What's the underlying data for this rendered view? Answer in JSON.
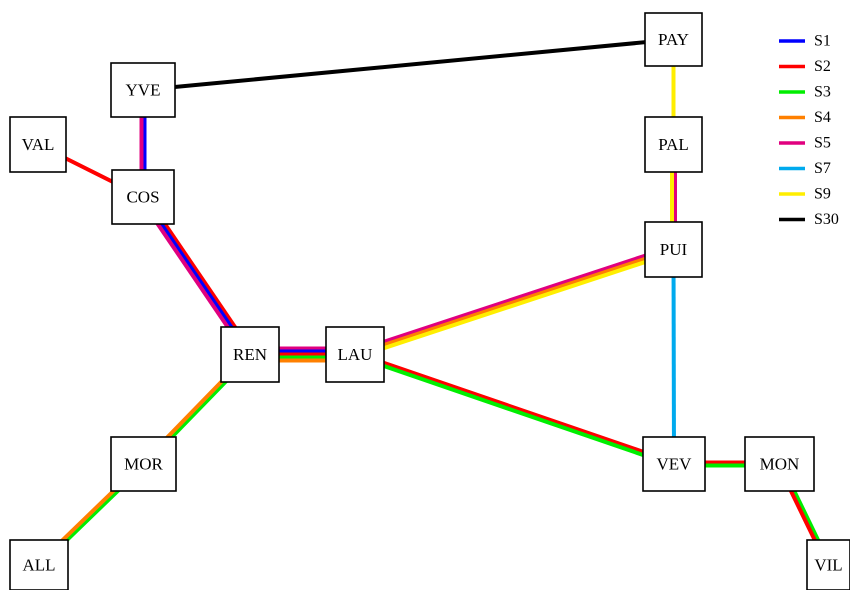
{
  "stations": {
    "PAY": {
      "label": "PAY"
    },
    "YVE": {
      "label": "YVE"
    },
    "VAL": {
      "label": "VAL"
    },
    "COS": {
      "label": "COS"
    },
    "PAL": {
      "label": "PAL"
    },
    "PUI": {
      "label": "PUI"
    },
    "REN": {
      "label": "REN"
    },
    "LAU": {
      "label": "LAU"
    },
    "MOR": {
      "label": "MOR"
    },
    "VEV": {
      "label": "VEV"
    },
    "MON": {
      "label": "MON"
    },
    "ALL": {
      "label": "ALL"
    },
    "VIL": {
      "label": "VIL"
    }
  },
  "lines": [
    {
      "id": "S1",
      "name": "S1",
      "color": "#0000ff"
    },
    {
      "id": "S2",
      "name": "S2",
      "color": "#ff0000"
    },
    {
      "id": "S3",
      "name": "S3",
      "color": "#00ee00"
    },
    {
      "id": "S4",
      "name": "S4",
      "color": "#ff8000"
    },
    {
      "id": "S5",
      "name": "S5",
      "color": "#e0007f"
    },
    {
      "id": "S7",
      "name": "S7",
      "color": "#00aaee"
    },
    {
      "id": "S9",
      "name": "S9",
      "color": "#ffee00"
    },
    {
      "id": "S30",
      "name": "S30",
      "color": "#000000"
    }
  ],
  "edges": [
    {
      "from": "YVE",
      "to": "PAY",
      "lines": [
        "S30"
      ]
    },
    {
      "from": "PAY",
      "to": "PAL",
      "lines": [
        "S9"
      ]
    },
    {
      "from": "YVE",
      "to": "COS",
      "lines": [
        "S1",
        "S5"
      ]
    },
    {
      "from": "VAL",
      "to": "COS",
      "lines": [
        "S2"
      ]
    },
    {
      "from": "PAL",
      "to": "PUI",
      "lines": [
        "S5",
        "S9"
      ]
    },
    {
      "from": "COS",
      "to": "REN",
      "lines": [
        "S2",
        "S1",
        "S5"
      ]
    },
    {
      "from": "LAU",
      "to": "PUI",
      "lines": [
        "S5",
        "S4",
        "S9"
      ]
    },
    {
      "from": "REN",
      "to": "LAU",
      "lines": [
        "S5",
        "S1",
        "S2",
        "S3",
        "S4"
      ]
    },
    {
      "from": "LAU",
      "to": "VEV",
      "lines": [
        "S2",
        "S3"
      ]
    },
    {
      "from": "PUI",
      "to": "VEV",
      "lines": [
        "S7"
      ]
    },
    {
      "from": "REN",
      "to": "MOR",
      "lines": [
        "S3",
        "S4"
      ]
    },
    {
      "from": "MOR",
      "to": "ALL",
      "lines": [
        "S3",
        "S4"
      ]
    },
    {
      "from": "VEV",
      "to": "MON",
      "lines": [
        "S2",
        "S3"
      ]
    },
    {
      "from": "MON",
      "to": "VIL",
      "lines": [
        "S3",
        "S2"
      ]
    }
  ]
}
